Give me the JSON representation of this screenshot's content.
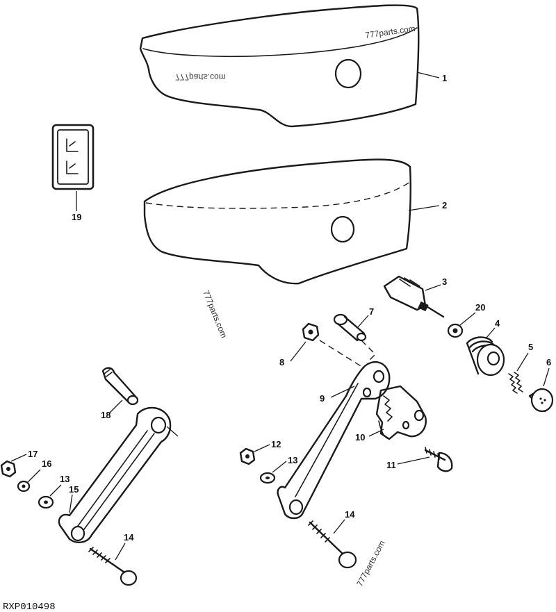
{
  "drawing_ref": "RXP010498",
  "watermarks": [
    "777parts.com",
    "777parts.com",
    "777parts.com",
    "777parts.com"
  ],
  "callouts": [
    "1",
    "2",
    "3",
    "20",
    "4",
    "5",
    "6",
    "7",
    "8",
    "9",
    "10",
    "11",
    "12",
    "13",
    "14",
    "19",
    "17",
    "16",
    "13",
    "15",
    "18",
    "14"
  ]
}
